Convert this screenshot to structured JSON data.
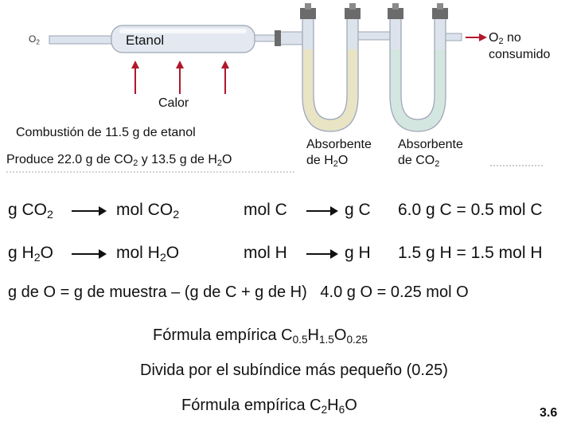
{
  "apparatus": {
    "o2_in_label": "O",
    "o2_in_sub": "2",
    "ethanol_label": "Etanol",
    "heat_label": "Calor",
    "o2_out_label": "O",
    "o2_out_sub": "2",
    "o2_out_text": " no",
    "o2_out_text2": "consumido",
    "absorbent1_line1": "Absorbente",
    "absorbent1_line2": "de H",
    "absorbent1_sub": "2",
    "absorbent1_tail": "O",
    "absorbent2_line1": "Absorbente",
    "absorbent2_line2": "de CO",
    "absorbent2_sub": "2",
    "colors": {
      "arrow_red": "#b0182b",
      "absorbent_h2o": "#e8e4c4",
      "absorbent_co2": "#d3e6df",
      "glass": "#dde3ec",
      "stopper": "#6b6b6b"
    }
  },
  "combustion": {
    "line1": "Combustión de 11.5 g de etanol",
    "line2_a": "Produce 22.0 g de CO",
    "line2_sub1": "2",
    "line2_b": " y 13.5 g de H",
    "line2_sub2": "2",
    "line2_c": "O"
  },
  "row_carbon": {
    "c1_a": "g CO",
    "c1_sub": "2",
    "c2_a": "mol CO",
    "c2_sub": "2",
    "c3": "mol C",
    "c4": "g C",
    "result": "6.0 g C = 0.5 mol C"
  },
  "row_hydrogen": {
    "c1_a": "g H",
    "c1_sub": "2",
    "c1_b": "O",
    "c2_a": "mol H",
    "c2_sub": "2",
    "c2_b": "O",
    "c3": "mol H",
    "c4": "g H",
    "result": "1.5 g H = 1.5 mol H"
  },
  "oxygen_line": "g de O = g de muestra – (g de C + g de H)   4.0 g O = 0.25 mol O",
  "empirical1": {
    "label": "Fórmula empírica  C",
    "sub_c": "0.5",
    "h": "H",
    "sub_h": "1.5",
    "o": "O",
    "sub_o": "0.25"
  },
  "divide_text": "Divida por el subíndice más pequeño (0.25)",
  "empirical2": {
    "label": "Fórmula empírica C",
    "sub_c": "2",
    "h": "H",
    "sub_h": "6",
    "o": "O"
  },
  "slide_number": "3.6"
}
